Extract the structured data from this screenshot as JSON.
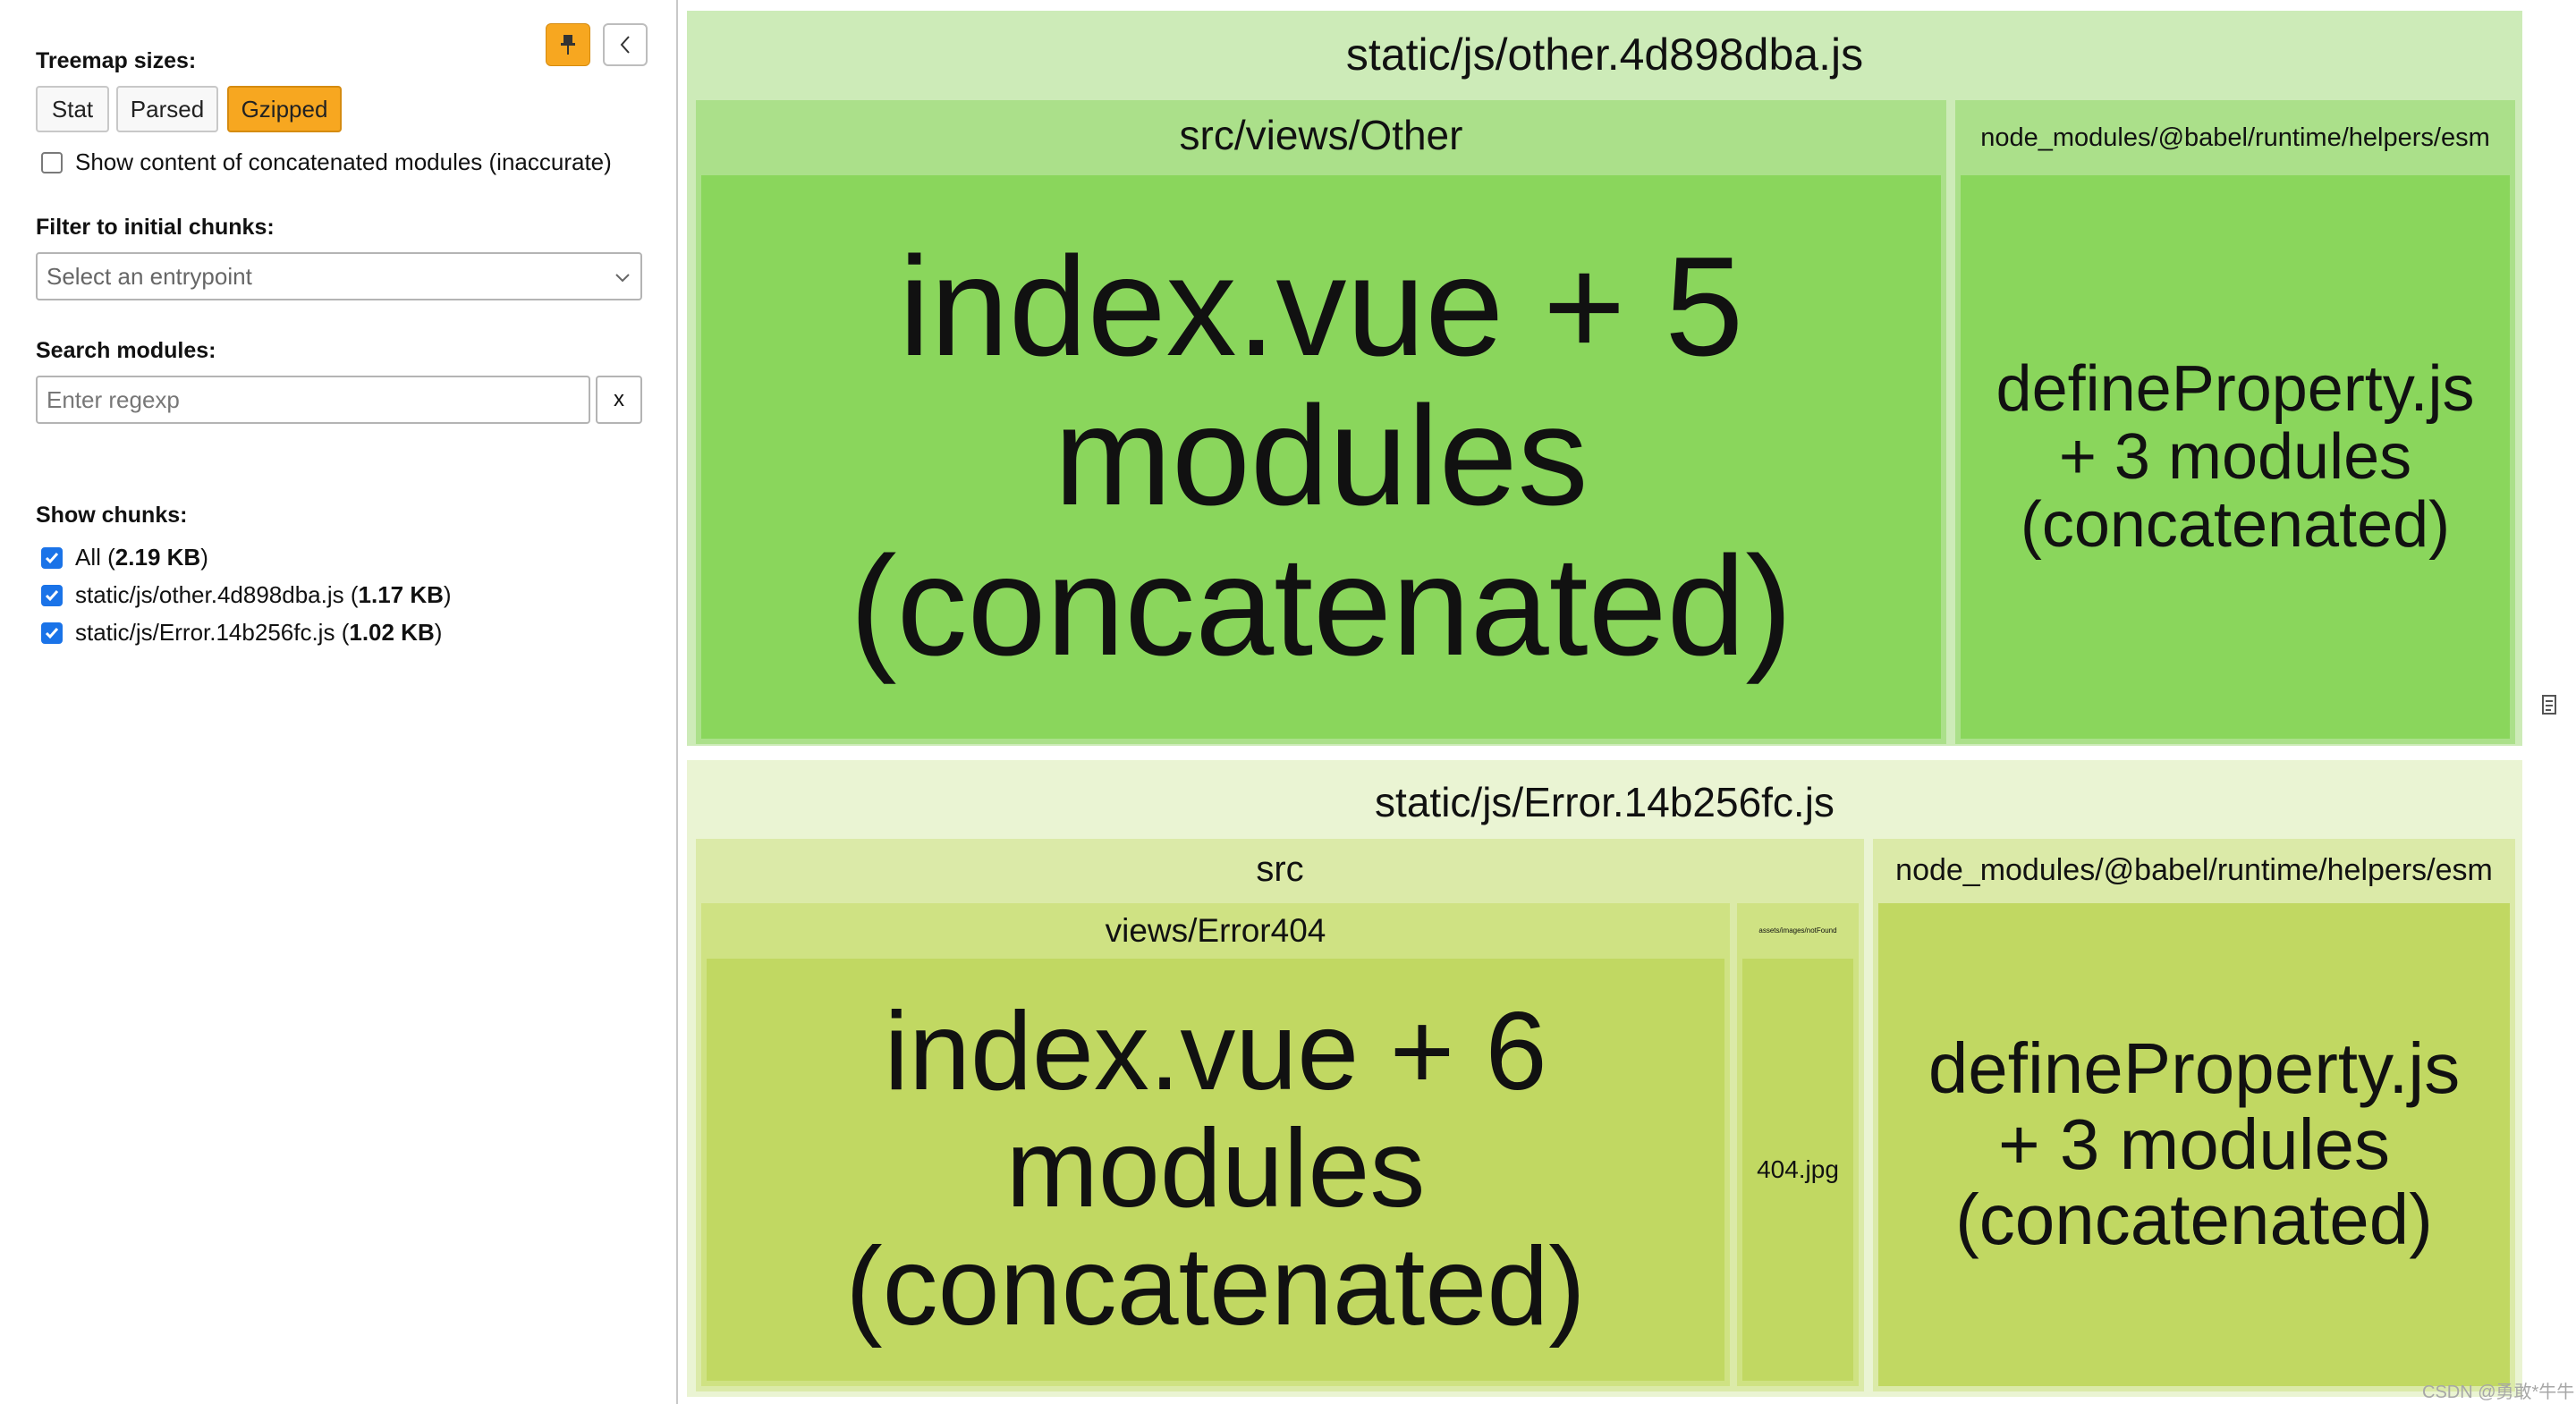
{
  "sidebar": {
    "treemap_sizes_heading": "Treemap sizes:",
    "size_buttons": [
      {
        "label": "Stat",
        "active": false
      },
      {
        "label": "Parsed",
        "active": false
      },
      {
        "label": "Gzipped",
        "active": true
      }
    ],
    "concat_checkbox_label": "Show content of concatenated modules (inaccurate)",
    "concat_checked": false,
    "filter_heading": "Filter to initial chunks:",
    "entrypoint_placeholder": "Select an entrypoint",
    "search_heading": "Search modules:",
    "search_placeholder": "Enter regexp",
    "search_clear": "x",
    "show_chunks_heading": "Show chunks:",
    "chunks": [
      {
        "name": "All",
        "size": "2.19 KB",
        "checked": true
      },
      {
        "name": "static/js/other.4d898dba.js",
        "size": "1.17 KB",
        "checked": true
      },
      {
        "name": "static/js/Error.14b256fc.js",
        "size": "1.02 KB",
        "checked": true
      }
    ]
  },
  "treemap": {
    "other_chunk": {
      "label": "static/js/other.4d898dba.js",
      "views_group": {
        "label": "src/views/Other",
        "module_lines": [
          "index.vue + 5",
          "modules",
          "(concatenated)"
        ]
      },
      "babel_group": {
        "label": "node_modules/@babel/runtime/helpers/esm",
        "module_lines": [
          "defineProperty.js",
          "+ 3 modules",
          "(concatenated)"
        ]
      }
    },
    "error_chunk": {
      "label": "static/js/Error.14b256fc.js",
      "src_group": {
        "label": "src",
        "views_group": {
          "label": "views/Error404",
          "module_lines": [
            "index.vue + 6",
            "modules",
            "(concatenated)"
          ]
        },
        "assets_group": {
          "label": "assets/images/notFound",
          "module_label": "404.jpg"
        }
      },
      "babel_group": {
        "label": "node_modules/@babel/runtime/helpers/esm",
        "module_lines": [
          "defineProperty.js",
          "+ 3 modules",
          "(concatenated)"
        ]
      }
    }
  },
  "watermark": "CSDN @勇敢*牛牛",
  "colors": {
    "accent_orange": "#f7a720",
    "other_chunk_bg": "#cdebb8",
    "other_group_bg": "#abe08a",
    "other_module_bg": "#8ad65c",
    "error_chunk_bg": "#eaf4d3",
    "error_group_bg": "#dbeaa8",
    "error_subgroup_bg": "#cfe283",
    "error_module_bg": "#c1d862",
    "checkbox_blue": "#1a73e8"
  }
}
